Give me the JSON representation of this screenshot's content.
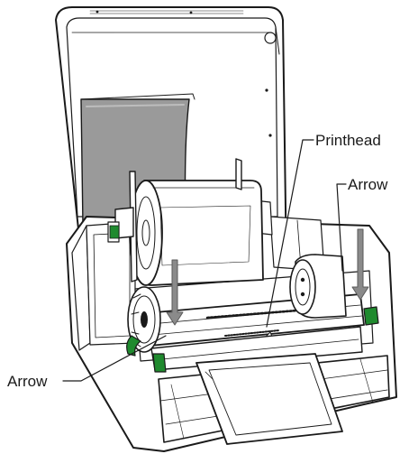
{
  "callouts": {
    "printhead": "Printhead",
    "arrow_right": "Arrow",
    "arrow_left": "Arrow"
  },
  "colors": {
    "line": "#1a1a1a",
    "glass": "#9a9a9a",
    "green": "#1f8a2e",
    "arrow_gray": "#8a8a8a",
    "paper": "#ffffff"
  }
}
